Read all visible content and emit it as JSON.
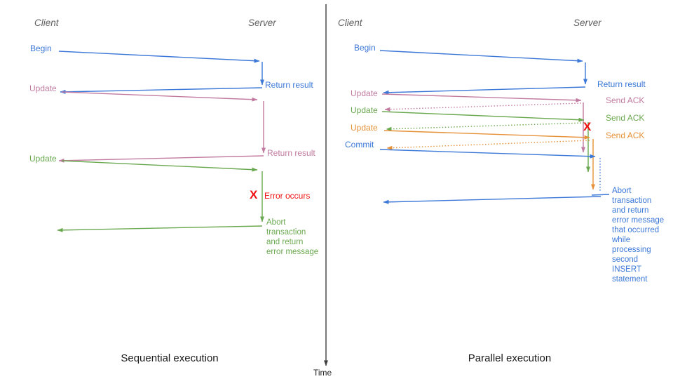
{
  "colors": {
    "blue": "#3c78d8",
    "pink": "#c27ba0",
    "green": "#6aa84f",
    "orange": "#e69138",
    "red": "#f01212",
    "gray": "#5f5f5f",
    "dark": "#3f3f3f"
  },
  "timeline": {
    "label": "Time"
  },
  "left": {
    "client_header": "Client",
    "server_header": "Server",
    "caption": "Sequential execution",
    "labels": {
      "begin": "Begin",
      "return_result_1": "Return result",
      "update_1": "Update",
      "return_result_2": "Return result",
      "update_2": "Update",
      "error_x": "X",
      "error_text": "Error occurs",
      "abort_text": [
        "Abort",
        "transaction",
        "and return",
        "error message"
      ]
    }
  },
  "right": {
    "client_header": "Client",
    "server_header": "Server",
    "caption": "Parallel execution",
    "labels": {
      "begin": "Begin",
      "return_result": "Return result",
      "update_1": "Update",
      "send_ack_1": "Send ACK",
      "update_2": "Update",
      "send_ack_2": "Send ACK",
      "update_3": "Update",
      "send_ack_3": "Send ACK",
      "commit": "Commit",
      "error_x": "X",
      "abort_text": [
        "Abort",
        "transaction",
        "and return",
        "error message",
        "that occurred",
        "while",
        "processing",
        "second",
        "INSERT",
        "statement"
      ]
    }
  }
}
